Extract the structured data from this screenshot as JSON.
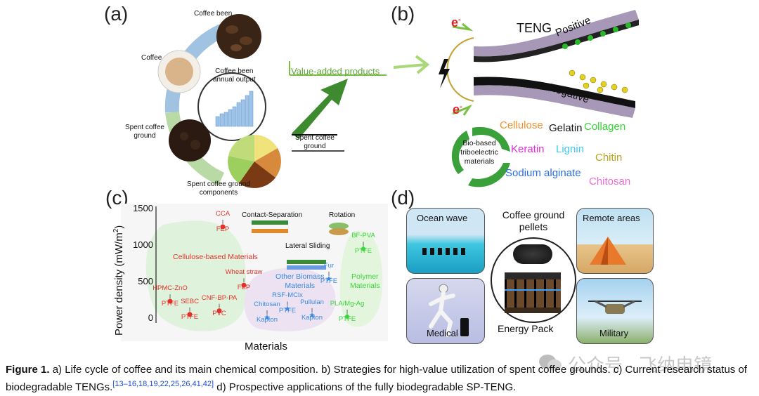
{
  "panel_a": {
    "label": "(a)",
    "coffee_bean": "Coffee been",
    "coffee": "Coffee",
    "annual_output": "Coffee been\nannual output",
    "spent_grounds": "Spent coffee\nground",
    "components": "Spent coffee ground\ncomponents",
    "value_added": "Value-added products",
    "arrow_spent": "Spent coffee\nground"
  },
  "panel_b": {
    "label": "(b)",
    "teng": "TENG",
    "positive": "Positive",
    "negative": "Negative",
    "electron_top": "e",
    "electron_bottom": "e",
    "minus": "-",
    "bio_based": "Bio-based\ntriboelectric\nmaterials",
    "materials": [
      {
        "name": "Cellulose",
        "color": "#f0902a"
      },
      {
        "name": "Gelatin",
        "color": "#111111"
      },
      {
        "name": "Collagen",
        "color": "#2fd62f"
      },
      {
        "name": "Keratin",
        "color": "#e02ad8"
      },
      {
        "name": "Lignin",
        "color": "#3ec9ee"
      },
      {
        "name": "Chitin",
        "color": "#b8a216"
      },
      {
        "name": "Sodium alginate",
        "color": "#2a6bf0"
      },
      {
        "name": "Chitosan",
        "color": "#f06bd0"
      }
    ]
  },
  "panel_c": {
    "label": "(c)",
    "ylabel": "Power density (mW/m",
    "ylabel_sup": "2",
    "ylabel_end": ")",
    "xlabel": "Materials",
    "yticks": [
      "1500",
      "1000",
      "500",
      "0"
    ],
    "contact_separation": "Contact-Separation",
    "rotation": "Rotation",
    "lateral_sliding": "Lateral Sliding",
    "cellulose_region": "Cellulose-based Materials",
    "biomass_region": "Other Biomass\nMaterials",
    "polymer_region": "Polymer\nMaterials",
    "points": [
      {
        "label": "CCA\nFEP",
        "value": 1250,
        "color": "#e5302a",
        "shape": "circle"
      },
      {
        "label": "Wheat straw\nFEP",
        "value": 450,
        "color": "#e5302a",
        "shape": "circle"
      },
      {
        "label": "HPMC-ZnO\nPTFE",
        "value": 230,
        "color": "#e5302a",
        "shape": "circle"
      },
      {
        "label": "SEBC\nPTFE",
        "value": 50,
        "color": "#e5302a",
        "shape": "circle"
      },
      {
        "label": "CNF-BP-PA\nPVC",
        "value": 100,
        "color": "#e5302a",
        "shape": "circle"
      },
      {
        "label": "Fur\nPTFE",
        "value": 540,
        "color": "#3a8ae0",
        "shape": "star"
      },
      {
        "label": "RSF-MClx\nPTFE",
        "value": 130,
        "color": "#3a8ae0",
        "shape": "star"
      },
      {
        "label": "Chitosan\nKapton",
        "value": 10,
        "color": "#3a8ae0",
        "shape": "star"
      },
      {
        "label": "Pullulan\nKapton",
        "value": 40,
        "color": "#3a8ae0",
        "shape": "star"
      },
      {
        "label": "BF-PVA\nPTFE",
        "value": 950,
        "color": "#3ad63a",
        "shape": "diamond"
      },
      {
        "label": "PLA/Mg-Ag\nPTFE",
        "value": 20,
        "color": "#3ad63a",
        "shape": "diamond"
      }
    ]
  },
  "panel_d": {
    "label": "(d)",
    "ocean_wave": "Ocean wave",
    "coffee_pellets": "Coffee ground\npellets",
    "remote_areas": "Remote areas",
    "medical": "Medical",
    "energy_pack": "Energy Pack",
    "military": "Military"
  },
  "caption": {
    "figure": "Figure 1.",
    "text_a": "a) Life cycle of coffee and its main chemical composition. b) Strategies for high-value utilization of spent coffee grounds. c) Current research status of biodegradable TENGs.",
    "refs": "[13–16,18,19,22,25,26,41,42]",
    "text_d": "d) Prospective applications of the fully biodegradable SP-TENG."
  },
  "watermark": "公众号 · 飞纳电镜",
  "colors": {
    "accent_green": "#7ac143",
    "arc_blue": "#8fb8dc",
    "cellulose_fill": "#dff3dc",
    "biomass_fill": "#ece2f2",
    "polymer_fill": "#e4f5dd"
  }
}
